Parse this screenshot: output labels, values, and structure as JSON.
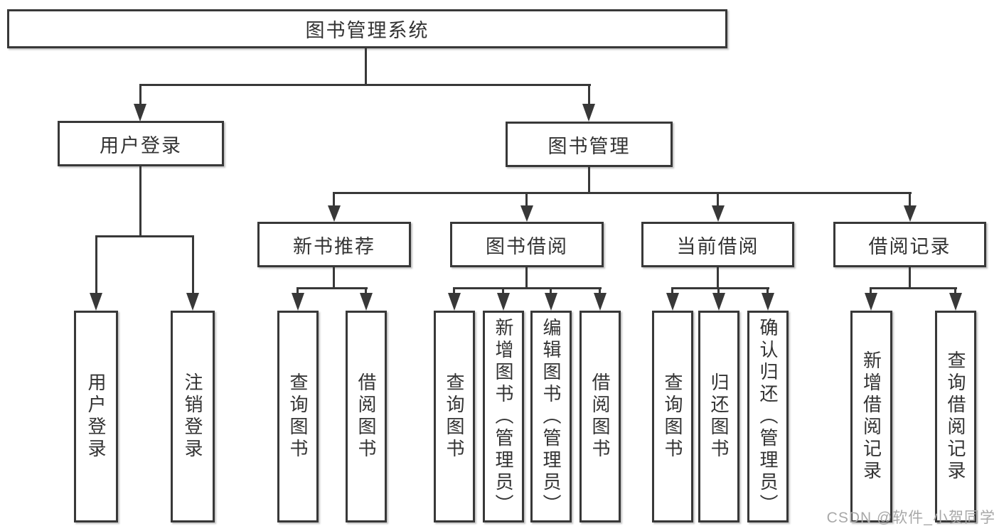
{
  "diagram": {
    "nodes": {
      "root": "图书管理系统",
      "user_login": "用户登录",
      "book_mgmt": "图书管理",
      "new_books": "新书推荐",
      "book_borrow": "图书借阅",
      "current_borrow": "当前借阅",
      "borrow_records": "借阅记录",
      "leaves": [
        "用户登录",
        "注销登录",
        "查询图书",
        "借阅图书",
        "查询图书",
        "新增图书（管理员）",
        "编辑图书（管理员）",
        "借阅图书",
        "查询图书",
        "归还图书",
        "确认归还（管理员）",
        "新增借阅记录",
        "查询借阅记录"
      ]
    },
    "colors": {
      "line": "#383838",
      "box_border": "#383838",
      "text": "#333333",
      "background": "#ffffff",
      "watermark": "#a8a8a8"
    }
  },
  "watermark": {
    "text": "CSDN @软件_小贺同学"
  }
}
